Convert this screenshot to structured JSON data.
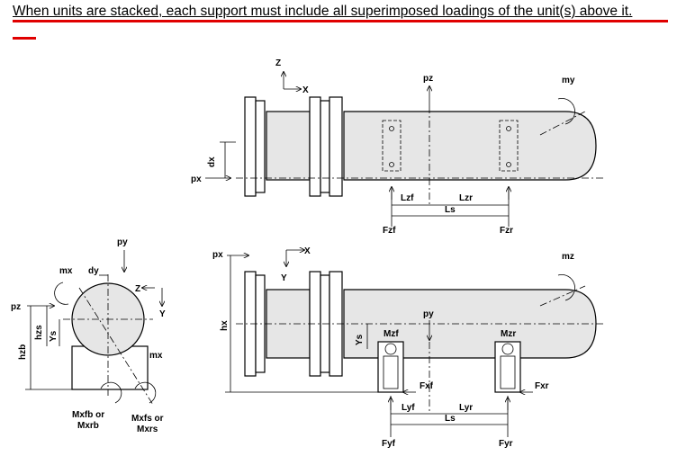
{
  "note": "When units are stacked, each support must include all superimposed loadings of the unit(s) above it.",
  "colors": {
    "underline": "#e00000",
    "shell_fill": "#e6e6e6"
  },
  "top_view": {
    "axis_z": "Z",
    "axis_x": "X",
    "dx": "dx",
    "px": "px",
    "pz": "pz",
    "my": "my",
    "lzf": "Lzf",
    "lzr": "Lzr",
    "ls": "Ls",
    "fzf": "Fzf",
    "fzr": "Fzr"
  },
  "end_view": {
    "py": "py",
    "mx": "mx",
    "dy": "dy",
    "axis_z": "Z",
    "axis_y": "Y",
    "pz": "pz",
    "hzs": "hzs",
    "ys": "Ys",
    "hzb": "hzb",
    "mx2": "mx",
    "mxfb": "Mxfb or",
    "mxrb": "Mxrb",
    "mxfs": "Mxfs or",
    "mxrs": "Mxrs"
  },
  "side_view": {
    "px": "px",
    "axis_x": "X",
    "axis_y": "Y",
    "mz": "mz",
    "hx": "hx",
    "ys": "Ys",
    "py": "py",
    "mzf": "Mzf",
    "mzr": "Mzr",
    "fxf": "Fxf",
    "fxr": "Fxr",
    "lyf": "Lyf",
    "lyr": "Lyr",
    "ls": "Ls",
    "fyf": "Fyf",
    "fyr": "Fyr"
  }
}
